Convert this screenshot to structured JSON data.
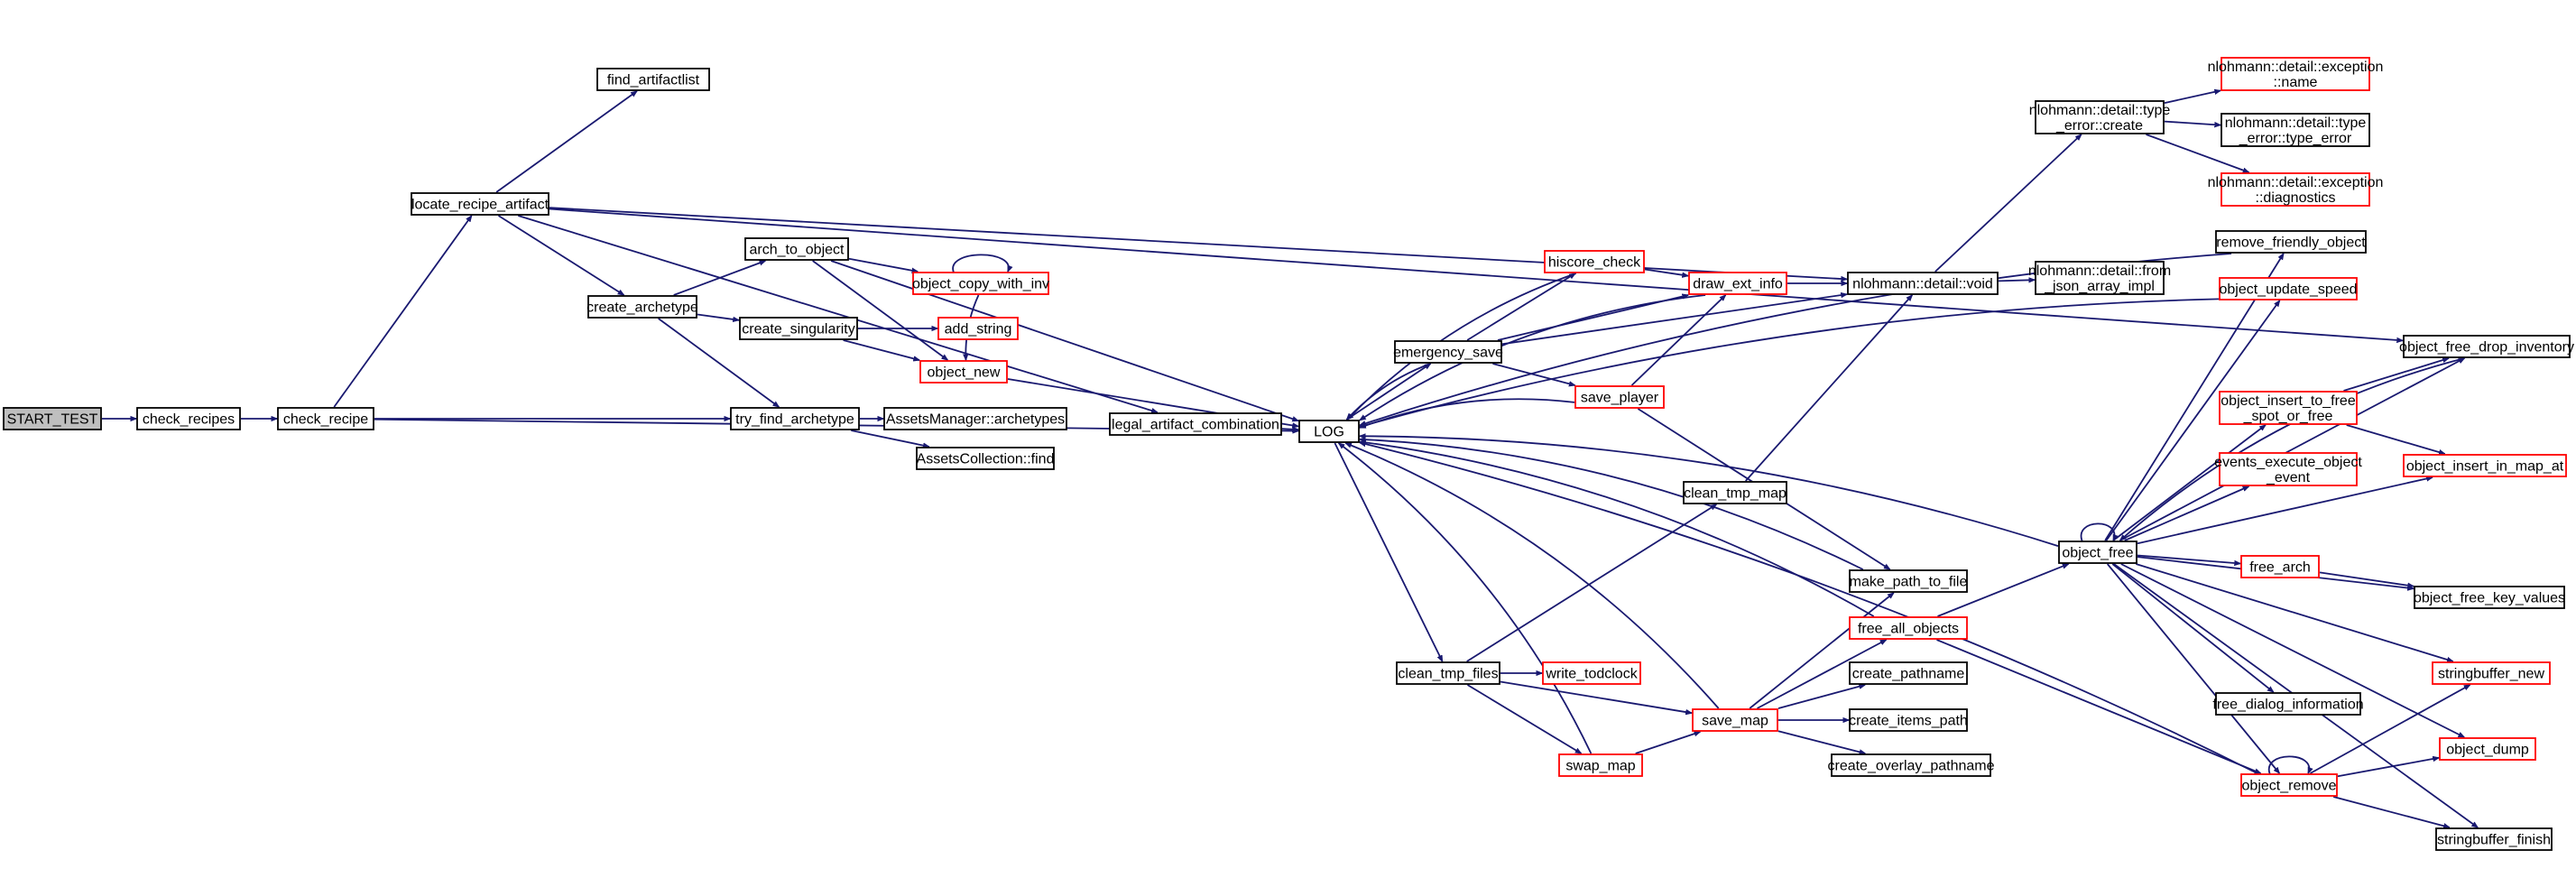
{
  "nodes": {
    "start_test": {
      "label": [
        "START_TEST"
      ],
      "kind": "root"
    },
    "check_recipes": {
      "label": [
        "check_recipes"
      ],
      "kind": "normal"
    },
    "check_recipe": {
      "label": [
        "check_recipe"
      ],
      "kind": "normal"
    },
    "locate_recipe_artifact": {
      "label": [
        "locate_recipe_artifact"
      ],
      "kind": "normal"
    },
    "find_artifactlist": {
      "label": [
        "find_artifactlist"
      ],
      "kind": "normal"
    },
    "create_archetype": {
      "label": [
        "create_archetype"
      ],
      "kind": "normal"
    },
    "arch_to_object": {
      "label": [
        "arch_to_object"
      ],
      "kind": "normal"
    },
    "object_copy_with_inv": {
      "label": [
        "object_copy_with_inv"
      ],
      "kind": "red"
    },
    "create_singularity": {
      "label": [
        "create_singularity"
      ],
      "kind": "normal"
    },
    "add_string": {
      "label": [
        "add_string"
      ],
      "kind": "red"
    },
    "object_new": {
      "label": [
        "object_new"
      ],
      "kind": "red"
    },
    "try_find_archetype": {
      "label": [
        "try_find_archetype"
      ],
      "kind": "normal"
    },
    "assets_manager_archetypes": {
      "label": [
        "AssetsManager::archetypes"
      ],
      "kind": "normal"
    },
    "assets_collection_find": {
      "label": [
        "AssetsCollection::find"
      ],
      "kind": "normal"
    },
    "legal_artifact_combination": {
      "label": [
        "legal_artifact_combination"
      ],
      "kind": "normal"
    },
    "log": {
      "label": [
        "LOG"
      ],
      "kind": "normal"
    },
    "emergency_save": {
      "label": [
        "emergency_save"
      ],
      "kind": "normal"
    },
    "hiscore_check": {
      "label": [
        "hiscore_check"
      ],
      "kind": "red"
    },
    "draw_ext_info": {
      "label": [
        "draw_ext_info"
      ],
      "kind": "red"
    },
    "save_player": {
      "label": [
        "save_player"
      ],
      "kind": "red"
    },
    "nlohmann_void": {
      "label": [
        "nlohmann::detail::void"
      ],
      "kind": "normal"
    },
    "type_error_create": {
      "label": [
        "nlohmann::detail::type",
        "_error::create"
      ],
      "kind": "normal"
    },
    "exception_name": {
      "label": [
        "nlohmann::detail::exception",
        "::name"
      ],
      "kind": "red"
    },
    "type_error_type_error": {
      "label": [
        "nlohmann::detail::type",
        "_error::type_error"
      ],
      "kind": "normal"
    },
    "exception_diagnostics": {
      "label": [
        "nlohmann::detail::exception",
        "::diagnostics"
      ],
      "kind": "red"
    },
    "from_json_array_impl": {
      "label": [
        "nlohmann::detail::from",
        "_json_array_impl"
      ],
      "kind": "normal"
    },
    "remove_friendly_object": {
      "label": [
        "remove_friendly_object"
      ],
      "kind": "normal"
    },
    "object_update_speed": {
      "label": [
        "object_update_speed"
      ],
      "kind": "red"
    },
    "object_free_drop_inventory": {
      "label": [
        "object_free_drop_inventory"
      ],
      "kind": "normal"
    },
    "object_insert_to_free": {
      "label": [
        "object_insert_to_free",
        "_spot_or_free"
      ],
      "kind": "red"
    },
    "object_insert_in_map_at": {
      "label": [
        "object_insert_in_map_at"
      ],
      "kind": "red"
    },
    "events_execute_object_event": {
      "label": [
        "events_execute_object",
        "_event"
      ],
      "kind": "red"
    },
    "object_free": {
      "label": [
        "object_free"
      ],
      "kind": "normal"
    },
    "free_arch": {
      "label": [
        "free_arch"
      ],
      "kind": "red"
    },
    "object_free_key_values": {
      "label": [
        "object_free_key_values"
      ],
      "kind": "normal"
    },
    "stringbuffer_new": {
      "label": [
        "stringbuffer_new"
      ],
      "kind": "red"
    },
    "free_dialog_information": {
      "label": [
        "free_dialog_information"
      ],
      "kind": "normal"
    },
    "object_dump": {
      "label": [
        "object_dump"
      ],
      "kind": "red"
    },
    "object_remove": {
      "label": [
        "object_remove"
      ],
      "kind": "red"
    },
    "stringbuffer_finish": {
      "label": [
        "stringbuffer_finish"
      ],
      "kind": "normal"
    },
    "clean_tmp_map": {
      "label": [
        "clean_tmp_map"
      ],
      "kind": "normal"
    },
    "make_path_to_file": {
      "label": [
        "make_path_to_file"
      ],
      "kind": "normal"
    },
    "free_all_objects": {
      "label": [
        "free_all_objects"
      ],
      "kind": "red"
    },
    "clean_tmp_files": {
      "label": [
        "clean_tmp_files"
      ],
      "kind": "normal"
    },
    "write_todclock": {
      "label": [
        "write_todclock"
      ],
      "kind": "red"
    },
    "save_map": {
      "label": [
        "save_map"
      ],
      "kind": "red"
    },
    "create_pathname": {
      "label": [
        "create_pathname"
      ],
      "kind": "normal"
    },
    "create_items_path": {
      "label": [
        "create_items_path"
      ],
      "kind": "normal"
    },
    "create_overlay_pathname": {
      "label": [
        "create_overlay_pathname"
      ],
      "kind": "normal"
    },
    "swap_map": {
      "label": [
        "swap_map"
      ],
      "kind": "red"
    }
  },
  "edges": [
    [
      "start_test",
      "check_recipes"
    ],
    [
      "check_recipes",
      "check_recipe"
    ],
    [
      "check_recipe",
      "locate_recipe_artifact"
    ],
    [
      "check_recipe",
      "try_find_archetype"
    ],
    [
      "check_recipe",
      "log"
    ],
    [
      "locate_recipe_artifact",
      "find_artifactlist"
    ],
    [
      "locate_recipe_artifact",
      "create_archetype"
    ],
    [
      "locate_recipe_artifact",
      "legal_artifact_combination"
    ],
    [
      "locate_recipe_artifact",
      "nlohmann_void"
    ],
    [
      "locate_recipe_artifact",
      "object_free_drop_inventory"
    ],
    [
      "create_archetype",
      "arch_to_object"
    ],
    [
      "create_archetype",
      "create_singularity"
    ],
    [
      "create_archetype",
      "try_find_archetype"
    ],
    [
      "arch_to_object",
      "object_copy_with_inv"
    ],
    [
      "arch_to_object",
      "object_new"
    ],
    [
      "arch_to_object",
      "log"
    ],
    [
      "object_copy_with_inv",
      "object_copy_with_inv"
    ],
    [
      "object_copy_with_inv",
      "object_new"
    ],
    [
      "create_singularity",
      "add_string"
    ],
    [
      "create_singularity",
      "object_new"
    ],
    [
      "object_new",
      "log"
    ],
    [
      "try_find_archetype",
      "assets_manager_archetypes"
    ],
    [
      "try_find_archetype",
      "assets_collection_find"
    ],
    [
      "legal_artifact_combination",
      "log"
    ],
    [
      "log",
      "emergency_save"
    ],
    [
      "log",
      "clean_tmp_files"
    ],
    [
      "emergency_save",
      "log"
    ],
    [
      "emergency_save",
      "hiscore_check"
    ],
    [
      "emergency_save",
      "draw_ext_info"
    ],
    [
      "emergency_save",
      "save_player"
    ],
    [
      "emergency_save",
      "nlohmann_void"
    ],
    [
      "hiscore_check",
      "draw_ext_info"
    ],
    [
      "hiscore_check",
      "log"
    ],
    [
      "draw_ext_info",
      "nlohmann_void"
    ],
    [
      "draw_ext_info",
      "log"
    ],
    [
      "save_player",
      "draw_ext_info"
    ],
    [
      "save_player",
      "make_path_to_file"
    ],
    [
      "save_player",
      "log"
    ],
    [
      "nlohmann_void",
      "type_error_create"
    ],
    [
      "nlohmann_void",
      "from_json_array_impl"
    ],
    [
      "type_error_create",
      "exception_name"
    ],
    [
      "type_error_create",
      "type_error_type_error"
    ],
    [
      "type_error_create",
      "exception_diagnostics"
    ],
    [
      "remove_friendly_object",
      "log"
    ],
    [
      "object_free",
      "remove_friendly_object"
    ],
    [
      "object_free",
      "object_update_speed"
    ],
    [
      "object_free",
      "object_free_drop_inventory"
    ],
    [
      "object_free",
      "object_insert_to_free"
    ],
    [
      "object_free",
      "object_insert_in_map_at"
    ],
    [
      "object_free",
      "events_execute_object_event"
    ],
    [
      "object_free",
      "object_free"
    ],
    [
      "object_free",
      "free_arch"
    ],
    [
      "object_free",
      "object_free_key_values"
    ],
    [
      "object_free",
      "stringbuffer_new"
    ],
    [
      "object_free",
      "free_dialog_information"
    ],
    [
      "object_free",
      "object_dump"
    ],
    [
      "object_free",
      "object_remove"
    ],
    [
      "object_free",
      "stringbuffer_finish"
    ],
    [
      "object_free",
      "log"
    ],
    [
      "object_update_speed",
      "log"
    ],
    [
      "object_free_drop_inventory",
      "object_free"
    ],
    [
      "object_insert_to_free",
      "object_free_drop_inventory"
    ],
    [
      "object_insert_to_free",
      "object_insert_in_map_at"
    ],
    [
      "free_arch",
      "object_free_key_values"
    ],
    [
      "object_remove",
      "object_remove"
    ],
    [
      "object_remove",
      "object_dump"
    ],
    [
      "object_remove",
      "stringbuffer_new"
    ],
    [
      "object_remove",
      "stringbuffer_finish"
    ],
    [
      "object_remove",
      "log"
    ],
    [
      "clean_tmp_map",
      "nlohmann_void"
    ],
    [
      "make_path_to_file",
      "log"
    ],
    [
      "free_all_objects",
      "object_free"
    ],
    [
      "free_all_objects",
      "object_remove"
    ],
    [
      "free_all_objects",
      "log"
    ],
    [
      "clean_tmp_files",
      "clean_tmp_map"
    ],
    [
      "clean_tmp_files",
      "write_todclock"
    ],
    [
      "clean_tmp_files",
      "save_map"
    ],
    [
      "clean_tmp_files",
      "swap_map"
    ],
    [
      "save_map",
      "make_path_to_file"
    ],
    [
      "save_map",
      "free_all_objects"
    ],
    [
      "save_map",
      "create_pathname"
    ],
    [
      "save_map",
      "create_items_path"
    ],
    [
      "save_map",
      "create_overlay_pathname"
    ],
    [
      "save_map",
      "log"
    ],
    [
      "swap_map",
      "save_map"
    ],
    [
      "swap_map",
      "log"
    ]
  ]
}
